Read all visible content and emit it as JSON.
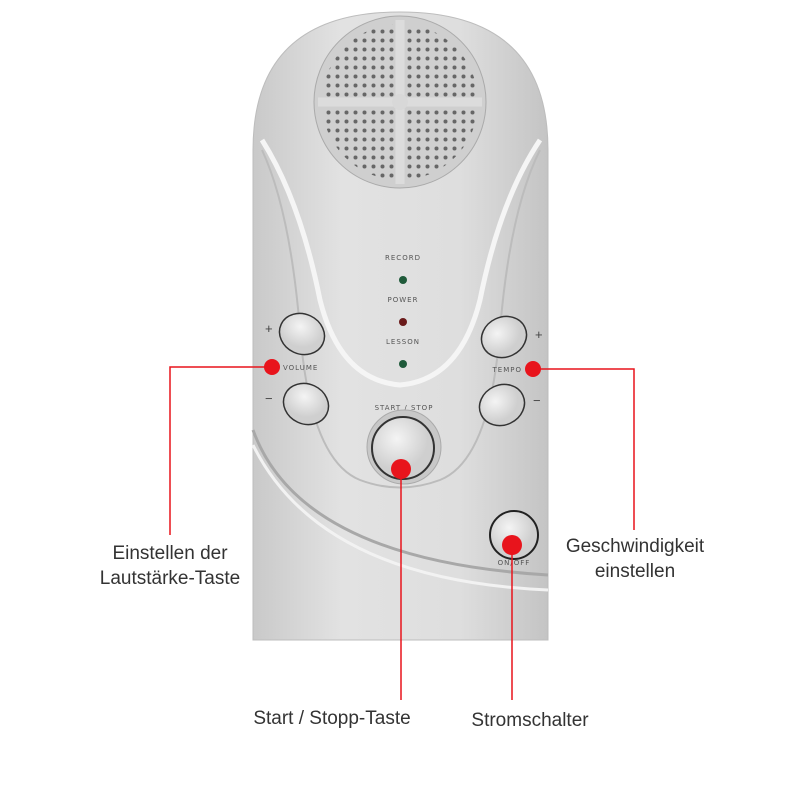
{
  "device": {
    "indicators": [
      {
        "label": "RECORD",
        "led_color": "#1f5a3a"
      },
      {
        "label": "POWER",
        "led_color": "#6a1a1a"
      },
      {
        "label": "LESSON",
        "led_color": "#1f5a3a"
      }
    ],
    "volume_label": "VOLUME",
    "tempo_label": "TEMPO",
    "plus": "+",
    "minus": "−",
    "start_stop_label": "START / STOP",
    "on_off_label": "ON/OFF"
  },
  "annotations": {
    "volume": {
      "line1": "Einstellen der",
      "line2": "Lautstärke-Taste"
    },
    "speed": {
      "line1": "Geschwindigkeit",
      "line2": "einstellen"
    },
    "start_stop": "Start / Stopp-Taste",
    "power": "Stromschalter"
  },
  "colors": {
    "marker": "#e8141c",
    "body": "#d9d9d9"
  }
}
